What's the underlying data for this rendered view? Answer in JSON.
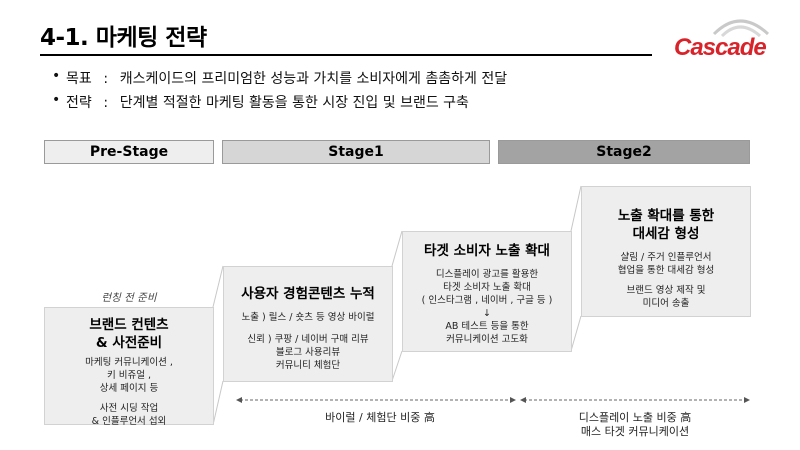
{
  "title": "4-1.  마케팅 전략",
  "logo": {
    "text": "Cascade",
    "color": "#d8232a"
  },
  "bullets": [
    {
      "label": "목표",
      "sep": ":",
      "text": "캐스케이드의 프리미엄한 성능과 가치를 소비자에게 촘촘하게 전달"
    },
    {
      "label": "전략",
      "sep": ":",
      "text": "단계별 적절한 마케팅 활동을 통한 시장 진입 및 브랜드 구축"
    }
  ],
  "stages": [
    {
      "label": "Pre-Stage",
      "color": "#eeeeee"
    },
    {
      "label": "Stage1",
      "color": "#d6d6d6"
    },
    {
      "label": "Stage2",
      "color": "#a3a3a3"
    }
  ],
  "pre_note": "런칭 전 준비",
  "boxes": [
    {
      "title": [
        "브랜드 컨텐츠",
        "& 사전준비"
      ],
      "groups": [
        [
          "마케팅 커뮤니케이션 ,",
          "키 비쥬얼 ,",
          "상세 페이지 등"
        ],
        [
          "사전 시딩 작업",
          "&  인플루언서 섭외"
        ]
      ]
    },
    {
      "title": [
        "사용자 경험콘텐츠 누적"
      ],
      "groups": [
        [
          "노출 )  릴스 / 숏츠 등 영상 바이럴"
        ],
        [
          "신뢰 )  쿠팡 / 네이버 구매 리뷰",
          "블로그 사용리뷰",
          "커뮤니티 체험단"
        ]
      ]
    },
    {
      "title": [
        "타겟 소비자 노출 확대"
      ],
      "groups": [
        [
          "디스플레이 광고를 활용한",
          "타겟 소비자 노출 확대",
          "( 인스타그램 ,  네이버 ,  구글 등 )",
          "↓",
          "AB 테스트 등을 통한",
          "커뮤니케이션 고도화"
        ]
      ]
    },
    {
      "title": [
        "노출 확대를 통한",
        "대세감 형성"
      ],
      "groups": [
        [
          "샬림 / 주거 인플루언서",
          "협업을 통한 대세감 형성"
        ],
        [
          "브랜드 영상 제작 및",
          "미디어 송출"
        ]
      ]
    }
  ],
  "bottom_labels": [
    {
      "lines": [
        "바이럴 / 체험단 비중 高"
      ]
    },
    {
      "lines": [
        "디스플레이 노출 비중 高",
        "매스 타겟 커뮤니케이션"
      ]
    }
  ]
}
